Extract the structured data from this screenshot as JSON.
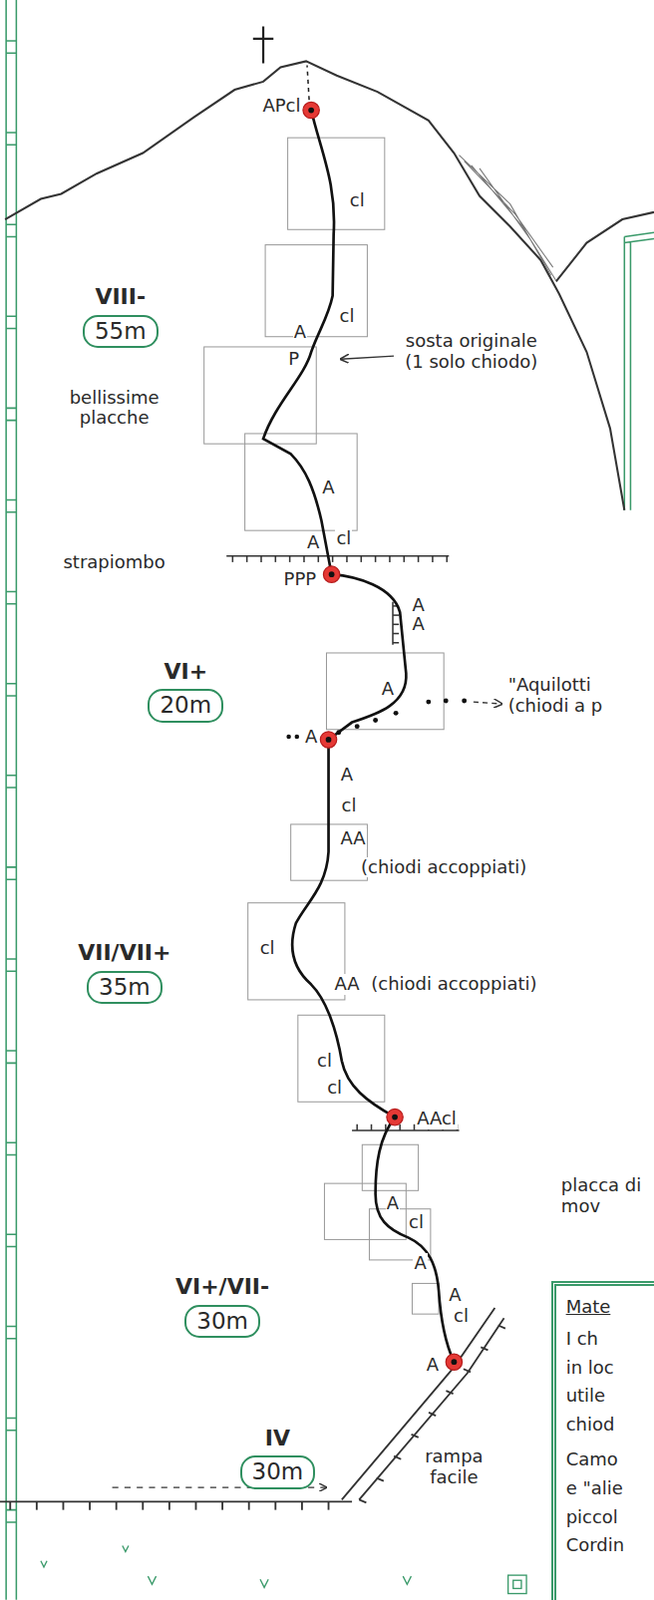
{
  "diagram": {
    "nodes": [
      {
        "text": [
          "VIII-",
          "55m"
        ]
      },
      {
        "text": [
          "VI+",
          "20m"
        ]
      },
      {
        "text": [
          "VII/VII+",
          "35m"
        ]
      },
      {
        "text": [
          "VI+/VII-",
          "30m"
        ]
      },
      {
        "text": [
          "IV",
          "30m"
        ]
      },
      {
        "text": [
          "Mate",
          "I ch",
          "in loc",
          "utile",
          "chiod",
          "Camo",
          "e \"alie",
          "piccol",
          "Cordin"
        ]
      }
    ],
    "labels": [
      "APcl",
      "cl",
      "A",
      "cl",
      "P",
      "sosta originale (1 solo chiodo)",
      "bellissime placche",
      "A",
      "A",
      "cl",
      "strapiombo",
      "PPP",
      "A",
      "A",
      "A",
      "\"Aquilotti (chiodi a p",
      "A",
      "A",
      "cl",
      "AA",
      "(chiodi accoppiati)",
      "cl",
      "AA",
      "(chiodi accoppiati)",
      "cl",
      "cl",
      "AAcl",
      "A",
      "cl",
      "A",
      "A",
      "cl",
      "A",
      "rampa facile",
      "placca di mov"
    ]
  }
}
